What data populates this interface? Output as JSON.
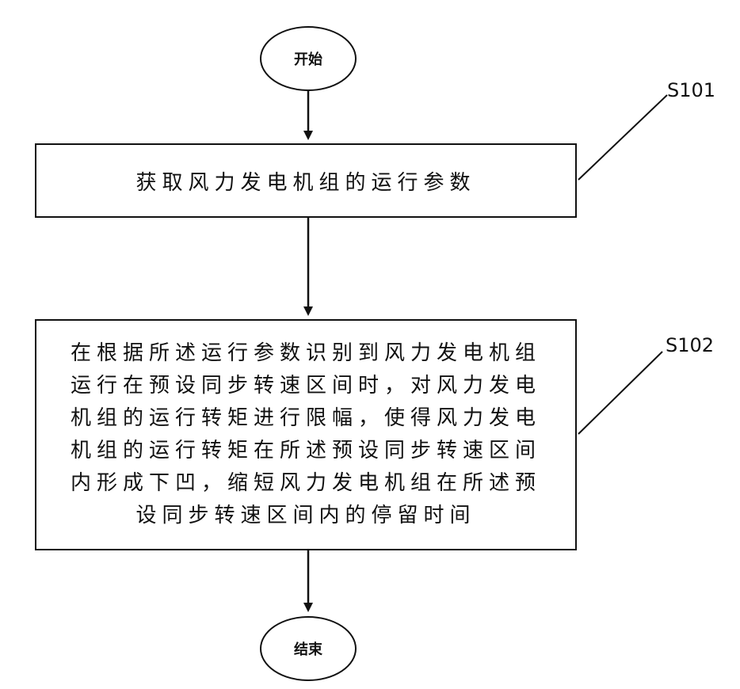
{
  "flowchart": {
    "start": "开始",
    "end": "结束",
    "steps": [
      {
        "id": "S101",
        "text": "获取风力发电机组的运行参数"
      },
      {
        "id": "S102",
        "lines": [
          "在根据所述运行参数识别到风力发电机组",
          "运行在预设同步转速区间时，对风力发电",
          "机组的运行转矩进行限幅，使得风力发电",
          "机组的运行转矩在所述预设同步转速区间",
          "内形成下凹，缩短风力发电机组在所述预",
          "设同步转速区间内的停留时间"
        ]
      }
    ]
  }
}
